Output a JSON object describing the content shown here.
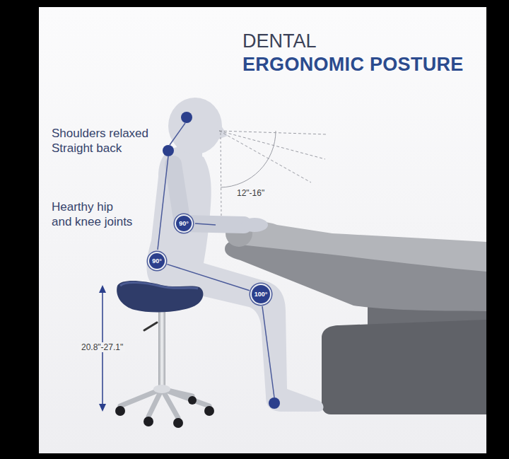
{
  "diagram": {
    "title": "ERGONOMIC POSTURE",
    "nodes": [
      {
        "text": [
          "90°"
        ]
      },
      {
        "text": [
          "90°"
        ]
      },
      {
        "text": [
          "100°"
        ]
      }
    ],
    "edges": [
      {
        "from": 1,
        "to": 2,
        "arrow": "none"
      }
    ],
    "labels": [
      "DENTAL",
      "Shoulders relaxed Straight back",
      "Hearthy hip and knee joints",
      "12\"-16\"",
      "20.8\"-27.1\""
    ]
  }
}
